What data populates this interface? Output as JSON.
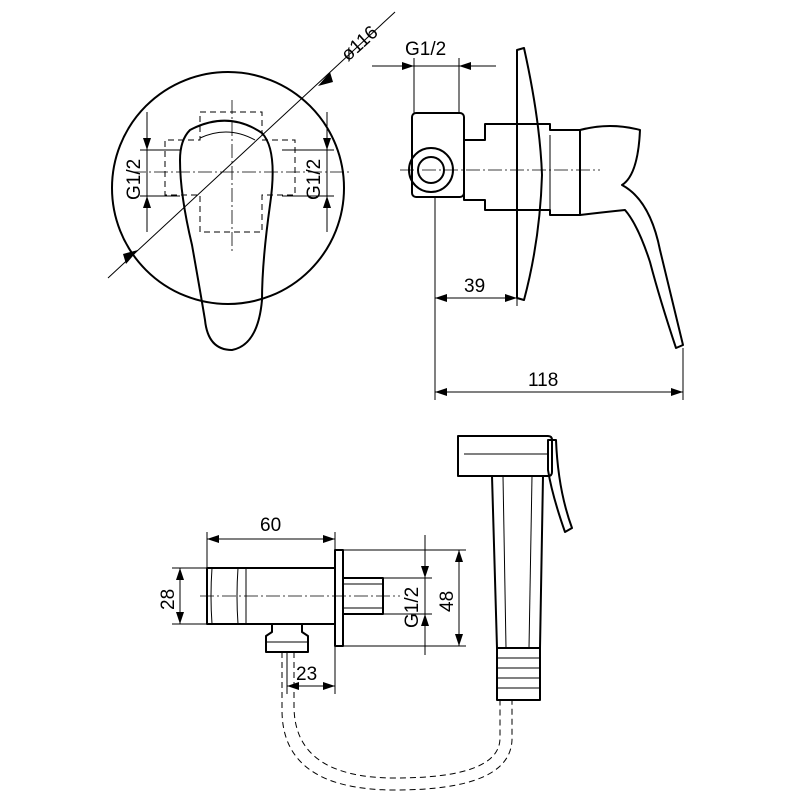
{
  "dimensions": {
    "diameter": "ø116",
    "thread_top": "G1/2",
    "thread_left": "G1/2",
    "thread_right": "G1/2",
    "wall_depth": "39",
    "total_depth": "118",
    "holder_width": "60",
    "holder_height": "28",
    "outlet_offset": "23",
    "holder_thread": "G1/2",
    "holder_depth": "48"
  },
  "views": [
    "front-view",
    "side-view",
    "shower-holder-view",
    "hand-shower-view"
  ]
}
